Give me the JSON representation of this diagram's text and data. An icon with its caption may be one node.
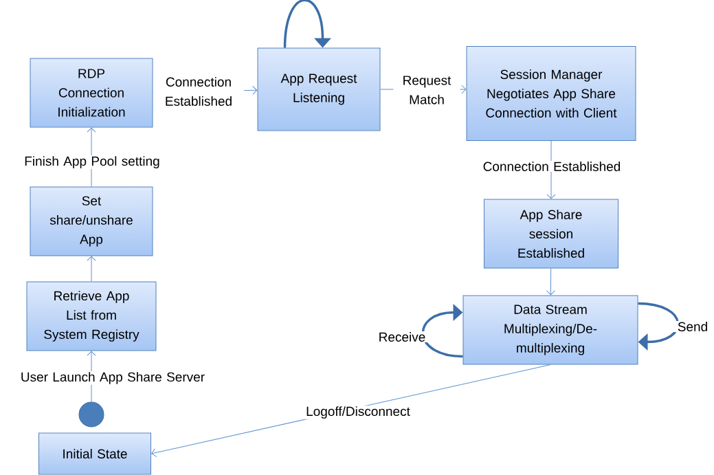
{
  "diagram": {
    "nodes": [
      {
        "text": [
          "RDP Connection Initialization"
        ]
      },
      {
        "text": [
          "App Request Listening"
        ]
      },
      {
        "text": [
          "Session Manager Negotiates App Share Connection with Client"
        ]
      },
      {
        "text": [
          "Set share/unshare App"
        ]
      },
      {
        "text": [
          "App Share session Established"
        ]
      },
      {
        "text": [
          "Retrieve App List from System Registry"
        ]
      },
      {
        "text": [
          "Data Stream Multiplexing/De-multiplexing"
        ]
      },
      {
        "text": [],
        "shape": "circle"
      },
      {
        "text": [
          "Initial State"
        ]
      }
    ],
    "edges": [
      {
        "from": 0,
        "to": 1,
        "arrow": "to",
        "label": "Connection Established"
      },
      {
        "from": 1,
        "to": 1,
        "arrow": "to",
        "style": "thick",
        "color": "#3c6ea8"
      },
      {
        "from": 1,
        "to": 2,
        "arrow": "to",
        "label": "Request Match"
      },
      {
        "from": 2,
        "to": 4,
        "arrow": "to",
        "label": "Connection Established"
      },
      {
        "from": 4,
        "to": 6,
        "arrow": "to"
      },
      {
        "from": 6,
        "to": 6,
        "arrow": "to",
        "label": "Receive",
        "style": "thick",
        "color": "#3c6ea8"
      },
      {
        "from": 6,
        "to": 6,
        "arrow": "to",
        "label": "Send",
        "style": "thick",
        "color": "#3c6ea8"
      },
      {
        "from": 6,
        "to": 8,
        "arrow": "to",
        "label": "Logoff/Disconnect"
      },
      {
        "from": 7,
        "to": 5,
        "arrow": "to",
        "label": "User Launch App Share Server"
      },
      {
        "from": 5,
        "to": 3,
        "arrow": "to"
      },
      {
        "from": 3,
        "to": 0,
        "arrow": "to",
        "label": "Finish App Pool setting"
      }
    ]
  }
}
